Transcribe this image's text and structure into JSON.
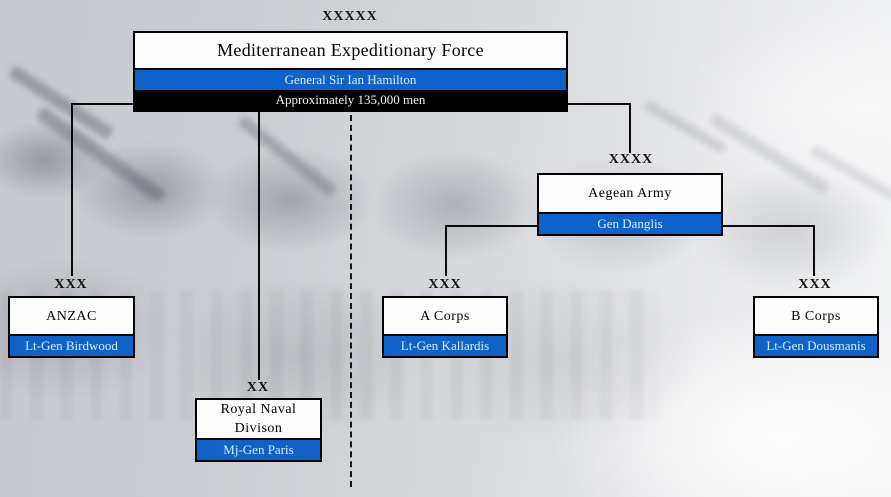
{
  "org": {
    "root": {
      "echelon": "XXXXX",
      "name": "Mediterranean Expeditionary Force",
      "commander": "General Sir Ian Hamilton",
      "strength": "Approximately 135,000 men"
    },
    "anzac": {
      "echelon": "XXX",
      "name": "ANZAC",
      "commander": "Lt-Gen Birdwood"
    },
    "royal_naval_division": {
      "echelon": "XX",
      "name": "Royal Naval Divison",
      "commander": "Mj-Gen Paris"
    },
    "aegean_army": {
      "echelon": "XXXX",
      "name": "Aegean Army",
      "commander": "Gen Danglis"
    },
    "a_corps": {
      "echelon": "XXX",
      "name": "A Corps",
      "commander": "Lt-Gen Kallardis"
    },
    "b_corps": {
      "echelon": "XXX",
      "name": "B Corps",
      "commander": "Lt-Gen Dousmanis"
    }
  },
  "structure": {
    "parent_child": [
      "Mediterranean Expeditionary Force > ANZAC",
      "Mediterranean Expeditionary Force > Royal Naval Divison",
      "Mediterranean Expeditionary Force > Aegean Army",
      "Aegean Army > A Corps",
      "Aegean Army > B Corps"
    ],
    "divider": "dashed vertical line between left and right halves"
  },
  "colors": {
    "commander_bar_blue": "#0f63c8",
    "strength_bar_black": "#000000",
    "box_white": "#fdfdfd",
    "border_black": "#000000",
    "commander_text": "#d6eefc"
  }
}
